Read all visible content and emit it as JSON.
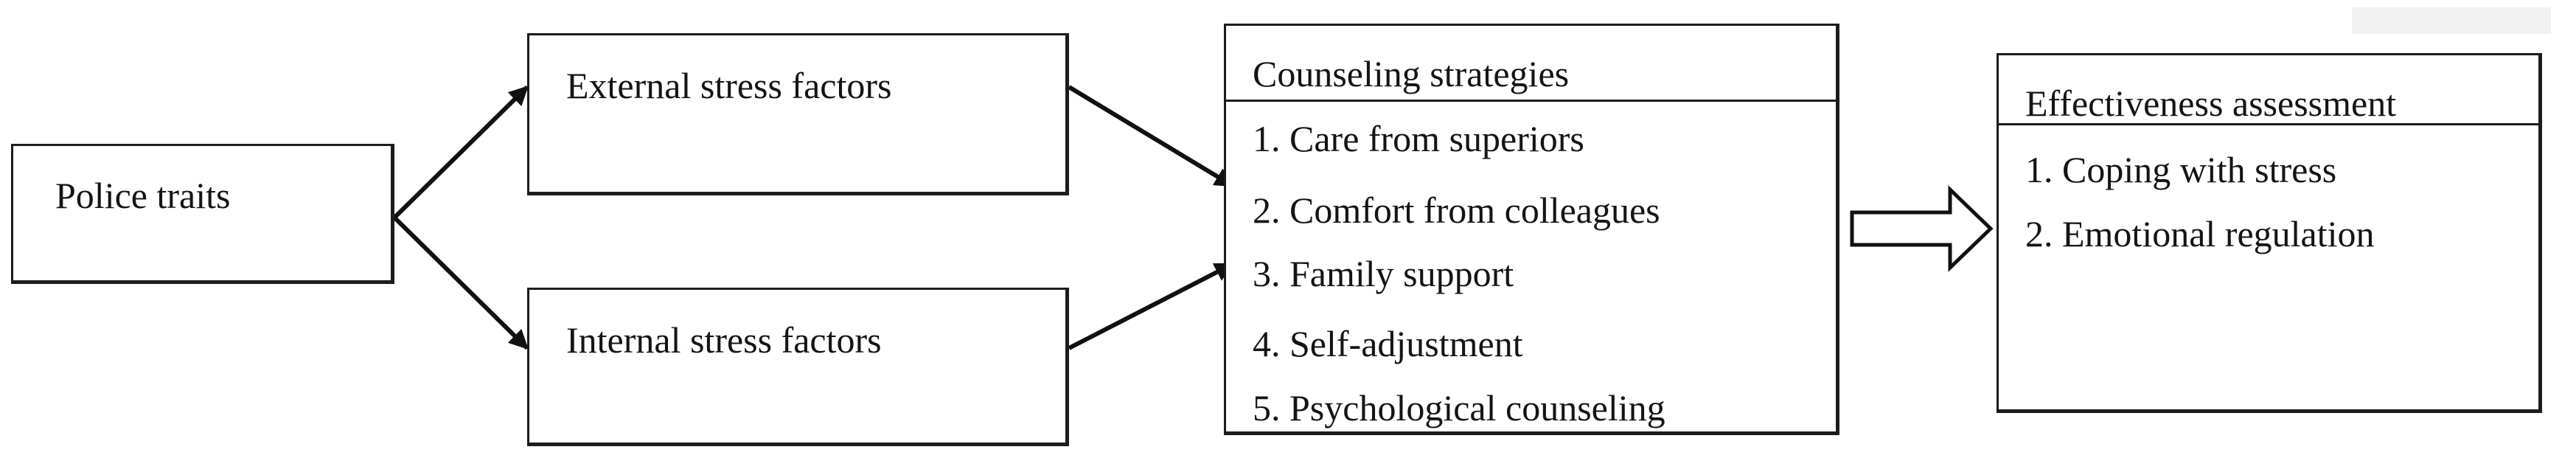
{
  "diagram": {
    "police_traits": "Police traits",
    "external_stress": "External stress factors",
    "internal_stress": "Internal stress factors",
    "counseling": {
      "title": "Counseling strategies",
      "items": [
        "1. Care from superiors",
        "2. Comfort from colleagues",
        "3. Family support",
        "4. Self-adjustment",
        "5. Psychological counseling"
      ]
    },
    "effectiveness": {
      "title": "Effectiveness assessment",
      "items": [
        "1. Coping with stress",
        "2. Emotional regulation"
      ]
    }
  }
}
